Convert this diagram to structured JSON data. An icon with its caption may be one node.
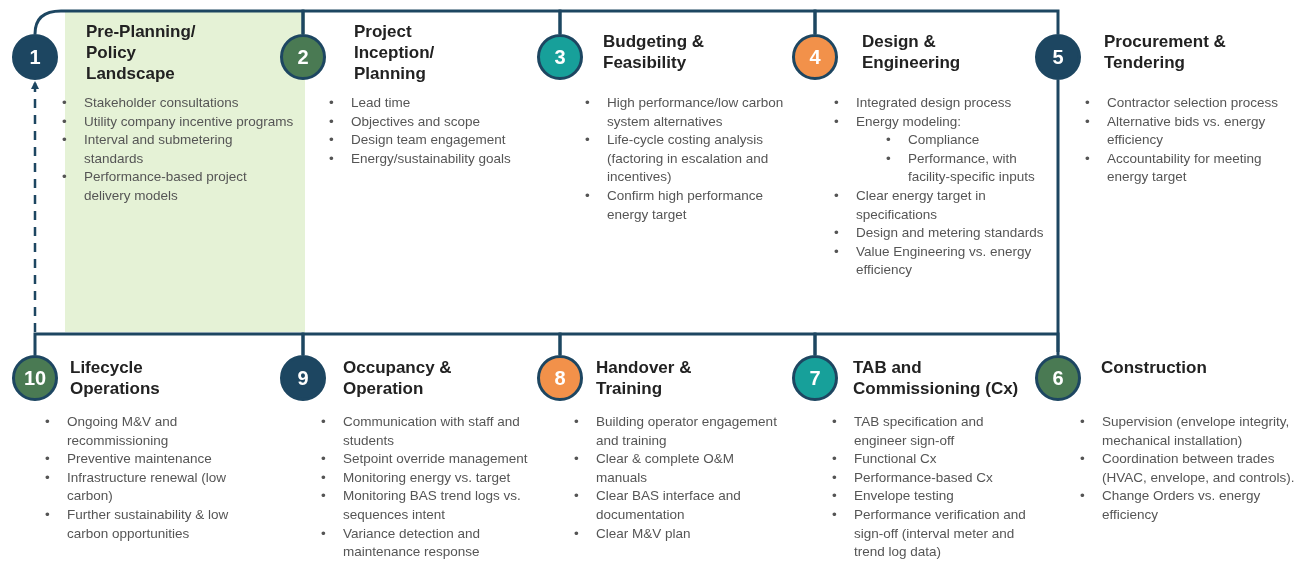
{
  "diagram": {
    "nodes": [
      {
        "text": [
          "1"
        ],
        "beside": [
          "Pre-Planning/ Policy Landscape",
          "• Stakeholder consultations",
          "• Utility company incentive programs",
          "• Interval and submetering standards",
          "• Performance-based project delivery models"
        ]
      },
      {
        "text": [
          "2"
        ],
        "beside": [
          "Project Inception/ Planning",
          "• Lead time",
          "• Objectives and scope",
          "• Design team engagement",
          "• Energy/sustainability goals"
        ]
      },
      {
        "text": [
          "3"
        ],
        "beside": [
          "Budgeting & Feasibility",
          "• High performance/low carbon system alternatives",
          "• Life-cycle costing analysis (factoring in escalation and incentives)",
          "• Confirm high performance energy target"
        ]
      },
      {
        "text": [
          "4"
        ],
        "beside": [
          "Design & Engineering",
          "• Integrated design process",
          "• Energy modeling:",
          "• Compliance",
          "• Performance, with facility-specific inputs",
          "• Clear energy target in specifications",
          "• Design and metering standards",
          "• Value Engineering vs. energy efficiency"
        ]
      },
      {
        "text": [
          "5"
        ],
        "beside": [
          "Procurement & Tendering",
          "• Contractor selection process",
          "• Alternative bids vs. energy efficiency",
          "• Accountability for meeting energy target"
        ]
      },
      {
        "text": [
          "6"
        ],
        "beside": [
          "Construction",
          "• Supervision (envelope integrity, mechanical installation)",
          "• Coordination between trades (HVAC, envelope, and controls).",
          "• Change Orders vs. energy efficiency"
        ]
      },
      {
        "text": [
          "7"
        ],
        "beside": [
          "TAB and Commissioning (Cx)",
          "• TAB specification and engineer sign-off",
          "• Functional Cx",
          "• Performance-based Cx",
          "• Envelope testing",
          "• Performance verification and sign-off (interval meter and trend log data)"
        ]
      },
      {
        "text": [
          "8"
        ],
        "beside": [
          "Handover & Training",
          "• Building operator engagement and training",
          "• Clear & complete O&M manuals",
          "• Clear BAS interface and documentation",
          "• Clear M&V plan"
        ]
      },
      {
        "text": [
          "9"
        ],
        "beside": [
          "Occupancy & Operation",
          "• Communication with staff and students",
          "• Setpoint override management",
          "• Monitoring energy vs. target",
          "• Monitoring BAS trend logs vs. sequences intent",
          "• Variance detection and maintenance response"
        ]
      },
      {
        "text": [
          "10"
        ],
        "beside": [
          "Lifecycle Operations",
          "• Ongoing M&V and recommissioning",
          "• Preventive maintenance",
          "• Infrastructure renewal (low carbon)",
          "• Further sustainability & low carbon opportunities"
        ]
      }
    ],
    "edges": [
      {
        "from": 0,
        "to": 1,
        "arrow": "none"
      },
      {
        "from": 1,
        "to": 2,
        "arrow": "none"
      },
      {
        "from": 2,
        "to": 3,
        "arrow": "none"
      },
      {
        "from": 3,
        "to": 4,
        "arrow": "none"
      },
      {
        "from": 4,
        "to": 5,
        "arrow": "none"
      },
      {
        "from": 5,
        "to": 6,
        "arrow": "none"
      },
      {
        "from": 6,
        "to": 7,
        "arrow": "none"
      },
      {
        "from": 7,
        "to": 8,
        "arrow": "none"
      },
      {
        "from": 8,
        "to": 9,
        "arrow": "none"
      },
      {
        "from": 9,
        "to": 0,
        "arrow": "to",
        "style": "dashed"
      }
    ]
  }
}
